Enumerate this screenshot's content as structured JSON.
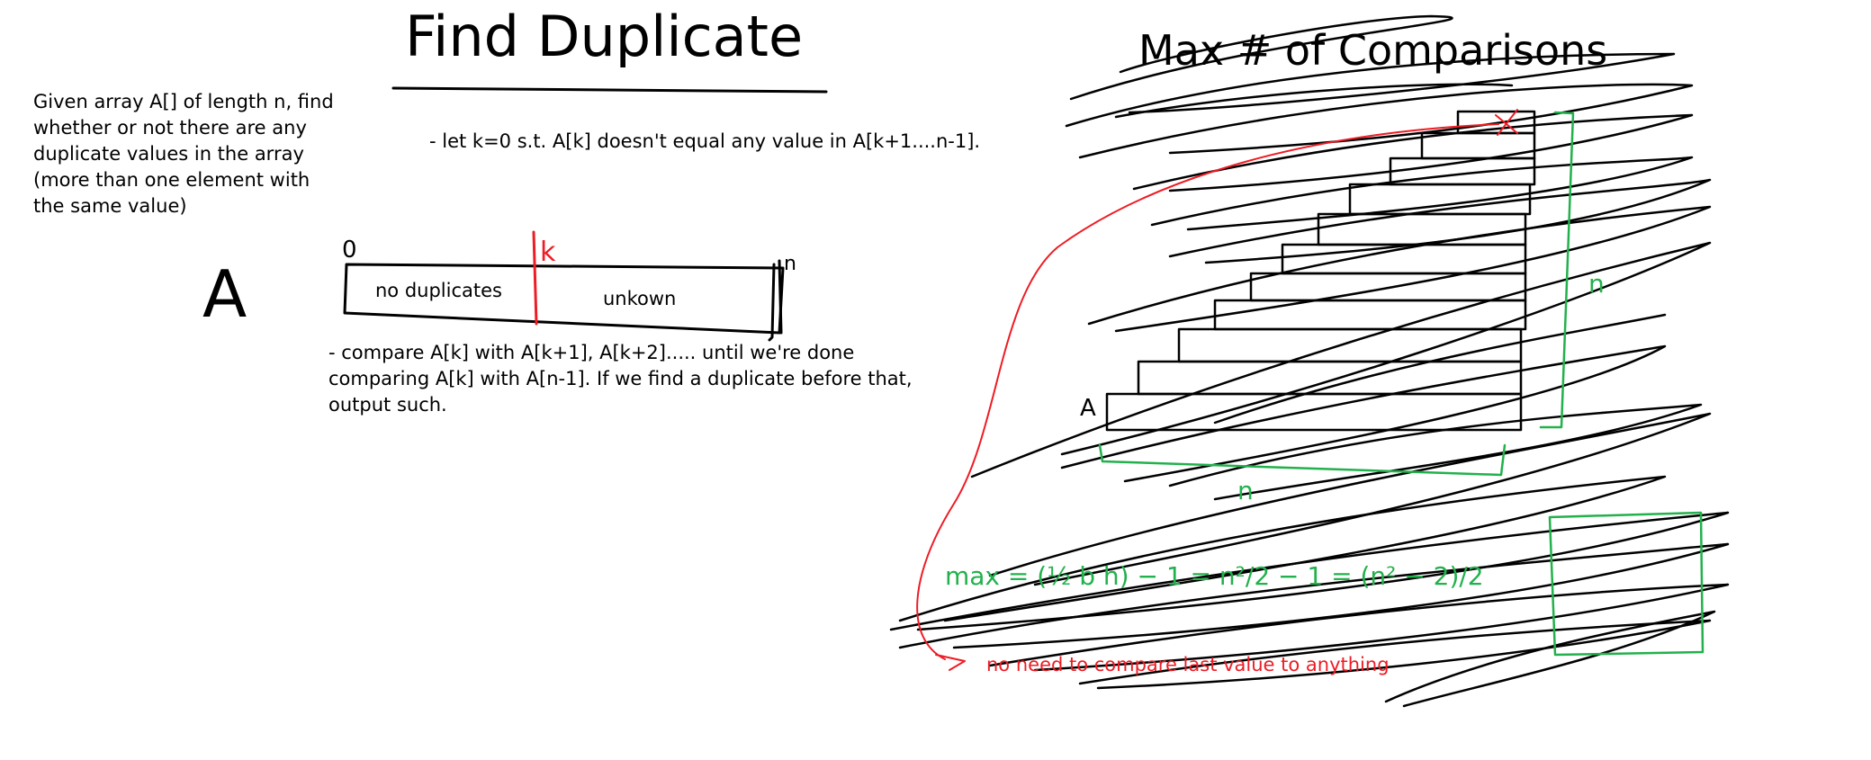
{
  "title": "Find Duplicate",
  "problem": "Given array A[] of length  n, find whether or not there are any duplicate values in the array (more than one element with the same value)",
  "step1": "- let k=0 s.t. A[k] doesn't equal any value in A[k+1....n-1].",
  "step2": "- compare A[k] with A[k+1], A[k+2]..... until we're done comparing A[k] with A[n-1]. If we find a duplicate before that, output such.",
  "array": {
    "name": "A",
    "start": "0",
    "end": "n",
    "marker": "k",
    "left_region": "no duplicates",
    "right_region": "unkown"
  },
  "right_panel": {
    "heading": "Max # of Comparisons",
    "row_label": "A",
    "n_bottom": "n",
    "n_side": "n",
    "formula": "max = (½ b h) − 1 = n²/2 − 1 = (n² − 2)/2",
    "note": "no need to compare last value to anything"
  },
  "colors": {
    "ink": "#000000",
    "red": "#ee1c24",
    "green": "#22b14c"
  }
}
